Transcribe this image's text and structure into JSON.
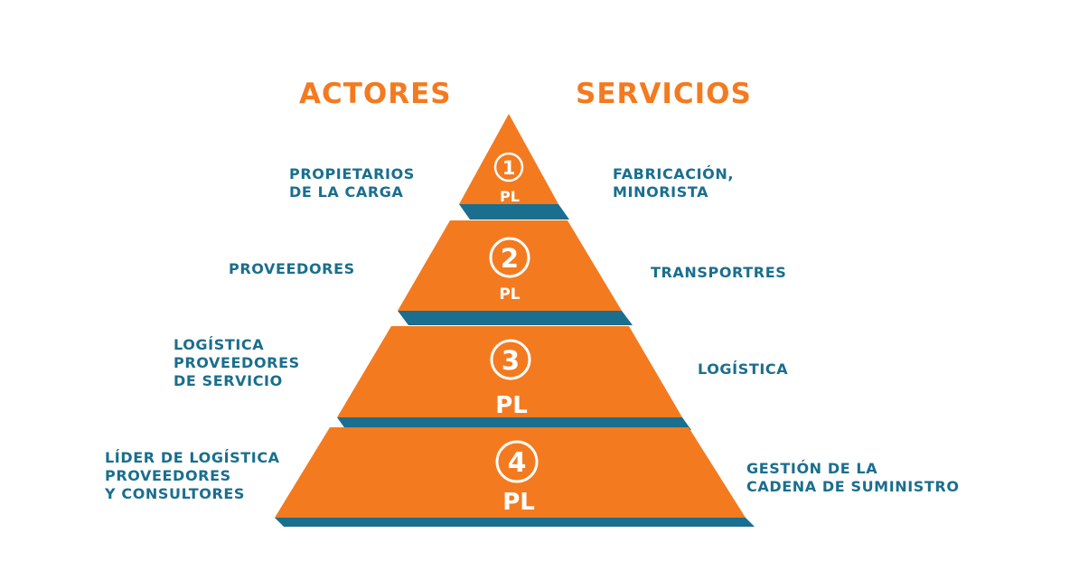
{
  "headers": {
    "actores": "ACTORES",
    "servicios": "SERVICIOS"
  },
  "colors": {
    "orange": "#f47a1f",
    "teal": "#1a6e8e",
    "white": "#ffffff"
  },
  "levels": [
    {
      "number": "1",
      "code": "PL",
      "actor_lines": [
        "PROPIETARIOS",
        "DE LA CARGA"
      ],
      "service_lines": [
        "FABRICACIÓN,",
        "MINORISTA"
      ]
    },
    {
      "number": "2",
      "code": "PL",
      "actor_lines": [
        "PROVEEDORES"
      ],
      "service_lines": [
        "TRANSPORTRES"
      ]
    },
    {
      "number": "3",
      "code": "PL",
      "actor_lines": [
        "LOGÍSTICA",
        "PROVEEDORES",
        "DE SERVICIO"
      ],
      "service_lines": [
        "LOGÍSTICA"
      ]
    },
    {
      "number": "4",
      "code": "PL",
      "actor_lines": [
        "LÍDER DE LOGÍSTICA",
        "PROVEEDORES",
        "Y CONSULTORES"
      ],
      "service_lines": [
        "GESTIÓN DE LA",
        "CADENA DE SUMINISTRO"
      ]
    }
  ]
}
